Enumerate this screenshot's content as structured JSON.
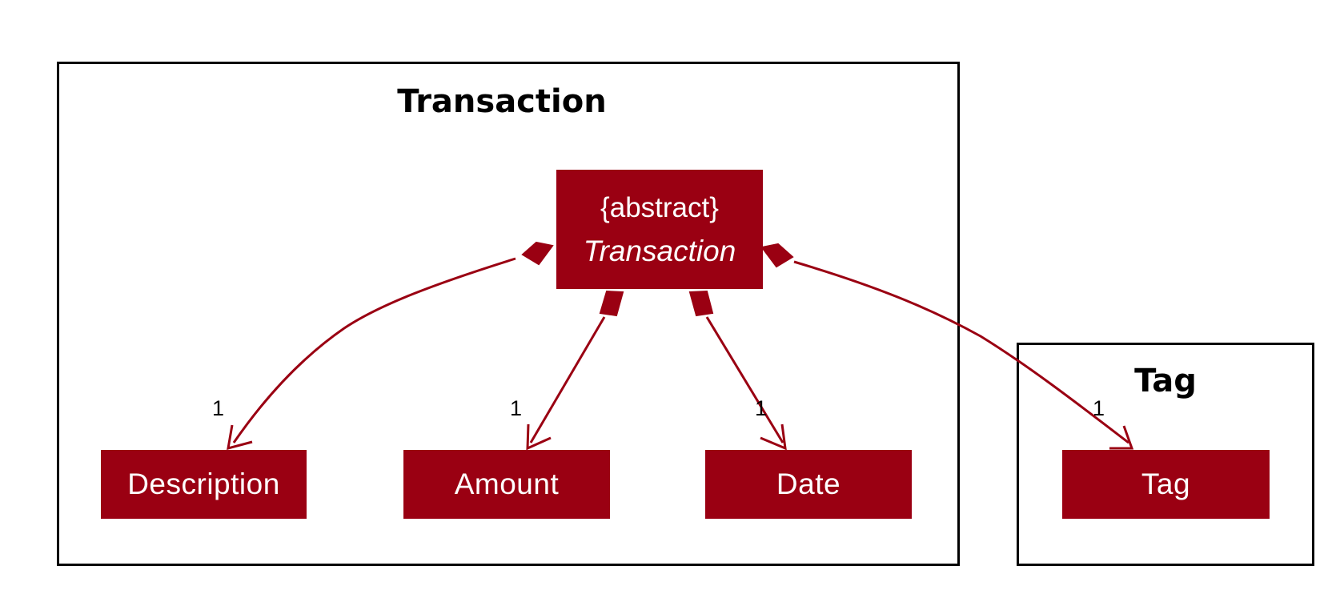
{
  "diagram": {
    "packages": [
      {
        "id": "pkg-transaction",
        "title": "Transaction"
      },
      {
        "id": "pkg-tag",
        "title": "Tag"
      }
    ],
    "abstract_class": {
      "stereotype": "{abstract}",
      "name": "Transaction"
    },
    "classes": [
      "Description",
      "Amount",
      "Date",
      "Tag"
    ],
    "relations": [
      {
        "from": "Transaction",
        "to": "Description",
        "type": "composition",
        "multiplicity": "1"
      },
      {
        "from": "Transaction",
        "to": "Amount",
        "type": "composition",
        "multiplicity": "1"
      },
      {
        "from": "Transaction",
        "to": "Date",
        "type": "composition",
        "multiplicity": "1"
      },
      {
        "from": "Transaction",
        "to": "Tag",
        "type": "composition",
        "multiplicity": "1"
      }
    ],
    "colors": {
      "class_fill": "#9a0012",
      "edge": "#9a0012",
      "package_border": "#000000"
    }
  }
}
